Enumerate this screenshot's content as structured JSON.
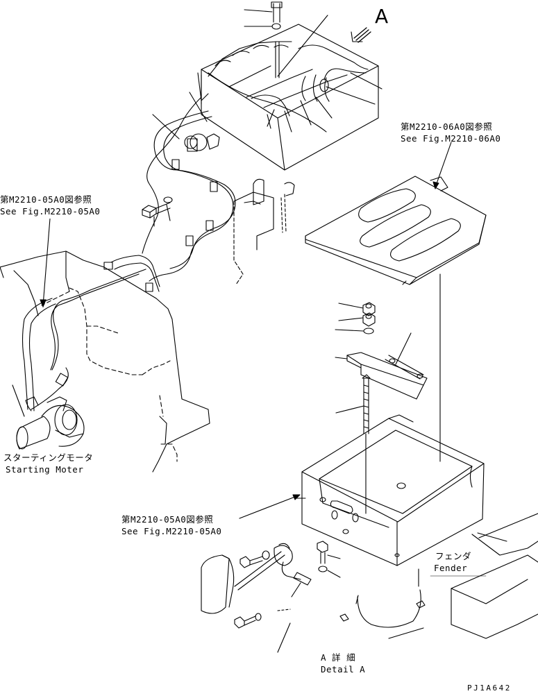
{
  "view_letter": "A",
  "callouts": {
    "top_ref": {
      "jp": "第M2210-06A0図参照",
      "en": "See Fig.M2210-06A0"
    },
    "left_ref": {
      "jp": "第M2210-05A0図参照",
      "en": "See Fig.M2210-05A0"
    },
    "starting_motor": {
      "jp": "スターティングモータ",
      "en": "Starting Moter"
    },
    "bottom_ref": {
      "jp": "第M2210-05A0図参照",
      "en": "See Fig.M2210-05A0"
    },
    "fender": {
      "jp": "フェンダ",
      "en": "Fender"
    },
    "detail": {
      "jp": "A 詳 細",
      "en": "Detail A"
    }
  },
  "drawing_code": "PJ1A642"
}
